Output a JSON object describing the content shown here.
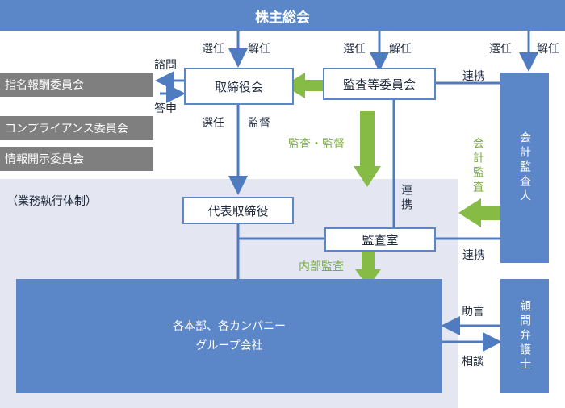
{
  "shareholders_meeting": "株主総会",
  "labels": {
    "appoint": "選任",
    "dismiss": "解任",
    "consult": "諮問",
    "report": "答申",
    "supervise": "監督",
    "cooperation": "連携",
    "audit_supervise": "監査・監督",
    "accounting_audit": "会計監査",
    "internal_audit": "内部監査",
    "advice": "助言",
    "consultation": "相談"
  },
  "boxes": {
    "board": "取締役会",
    "audit_committee": "監査等委員会",
    "accounting_auditor": "会計監査人",
    "representative_director": "代表取締役",
    "audit_office": "監査室",
    "business_units_line1": "各本部、各カンパニー",
    "business_units_line2": "グループ会社",
    "legal_advisor": "顧問弁護士"
  },
  "committees": [
    "指名報酬委員会",
    "コンプライアンス委員会",
    "情報開示委員会"
  ],
  "execution_system": "（業務執行体制）"
}
